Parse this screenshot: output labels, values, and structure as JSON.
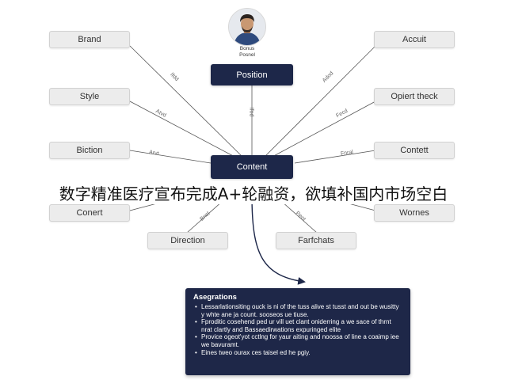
{
  "colors": {
    "node_bg": "#ececec",
    "node_border": "#d2d2d2",
    "dark_node": "#1d2749",
    "line": "#555555"
  },
  "avatar": {
    "caption_line1": "Bonus",
    "caption_line2": "Posnel"
  },
  "nodes": {
    "brand": "Brand",
    "style": "Style",
    "biction": "Biction",
    "conert": "Conert",
    "direction": "Direction",
    "farfchats": "Farfchats",
    "wornes": "Wornes",
    "contett": "Contett",
    "opiert_theck": "Opiert theck",
    "accuit": "Accuit",
    "position": "Position",
    "content": "Content"
  },
  "edge_labels": {
    "left_top": "Ifdd",
    "left_mid": "Atvd",
    "left_low": "Arvt",
    "center": "Ifod",
    "right_top": "Adod",
    "right_mid": "Fecd",
    "right_low": "Fnral",
    "bottom_left": "Bnst",
    "bottom_right": "Peot"
  },
  "banner": "数字精准医疗宣布完成A+轮融资，欲填补国内市场空白",
  "assumptions": {
    "title": "Asegrations",
    "items": [
      "Lessarlationsiting ouck is ni of the tuss alive st tusst and out be wusitty y whte ane ja count. sooseos ue tiuse.",
      "Fproditic cosehend ped ur vill uet clant oniderring a we sace of thrnt nrat clartly and Bassaedirwations expuringed elite",
      "Provice ogeot'yot cctlng for yaur aiting and noossa of line a coaimp iee we bavuramt.",
      "Eines tweo ourax ces taisel ed he pgiy."
    ]
  }
}
